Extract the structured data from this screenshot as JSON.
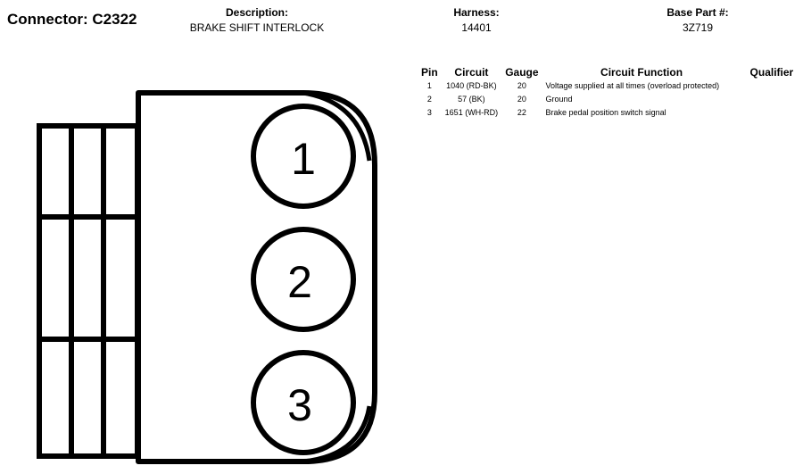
{
  "header": {
    "connector": "Connector: C2322",
    "description_label": "Description:",
    "description_value": "BRAKE SHIFT INTERLOCK",
    "harness_label": "Harness:",
    "harness_value": "14401",
    "basepart_label": "Base Part #:",
    "basepart_value": "3Z719"
  },
  "table": {
    "columns": [
      "Pin",
      "Circuit",
      "Gauge",
      "Circuit Function",
      "Qualifier"
    ],
    "rows": [
      {
        "pin": "1",
        "circuit": "1040 (RD-BK)",
        "gauge": "20",
        "function": "Voltage supplied at all times (overload protected)",
        "qualifier": ""
      },
      {
        "pin": "2",
        "circuit": "57 (BK)",
        "gauge": "20",
        "function": "Ground",
        "qualifier": ""
      },
      {
        "pin": "3",
        "circuit": "1651 (WH-RD)",
        "gauge": "22",
        "function": "Brake pedal position switch signal",
        "qualifier": ""
      }
    ]
  },
  "diagram": {
    "pins": [
      "1",
      "2",
      "3"
    ]
  }
}
